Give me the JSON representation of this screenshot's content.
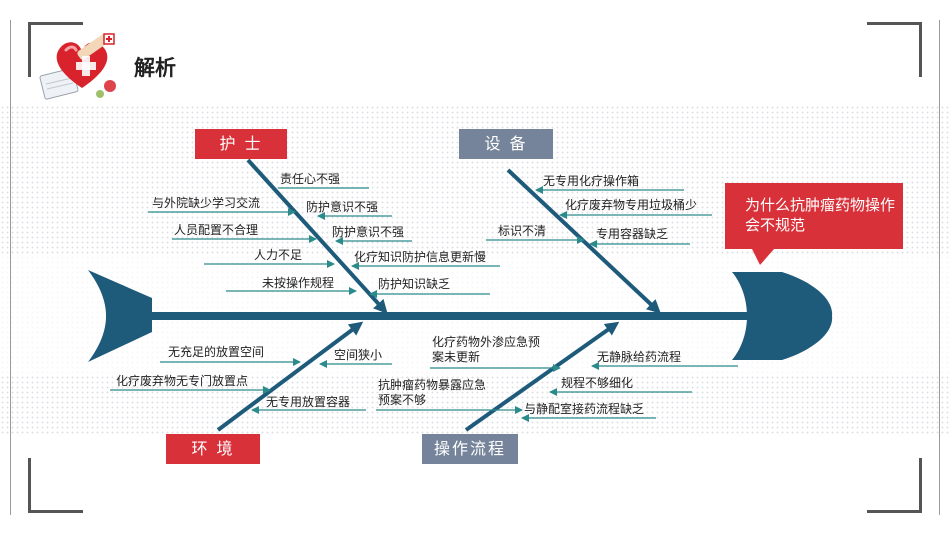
{
  "slide": {
    "title": "解析"
  },
  "effect": {
    "question": "为什么抗肿瘤药物操作会不规范"
  },
  "categories": [
    {
      "name": "护 士",
      "causes": [
        "责任心不强",
        "与外院缺少学习交流",
        "防护意识不强",
        "人员配置不合理",
        "防护意识不强",
        "人力不足",
        "化疗知识防护信息更新慢",
        "未按操作规程",
        "防护知识缺乏"
      ]
    },
    {
      "name": "设 备",
      "causes": [
        "无专用化疗操作箱",
        "化疗废弃物专用垃圾桶少",
        "标识不清",
        "专用容器缺乏"
      ]
    },
    {
      "name": "环 境",
      "causes": [
        "无充足的放置空间",
        "空间狭小",
        "化疗废弃物无专门放置点",
        "无专用放置容器"
      ]
    },
    {
      "name": "操作流程",
      "causes": [
        "化疗药物外渗应急预案未更新",
        "无静脉给药流程",
        "抗肿瘤药物暴露应急预案不够",
        "规程不够细化",
        "与静配室接药流程缺乏"
      ]
    }
  ],
  "colors": {
    "spine": "#1e5a7a",
    "accent_red": "#d8313a",
    "accent_gray": "#75849a",
    "arrow": "#2b8a8a"
  },
  "icons": {
    "logo": "heart-plaster-icon"
  }
}
